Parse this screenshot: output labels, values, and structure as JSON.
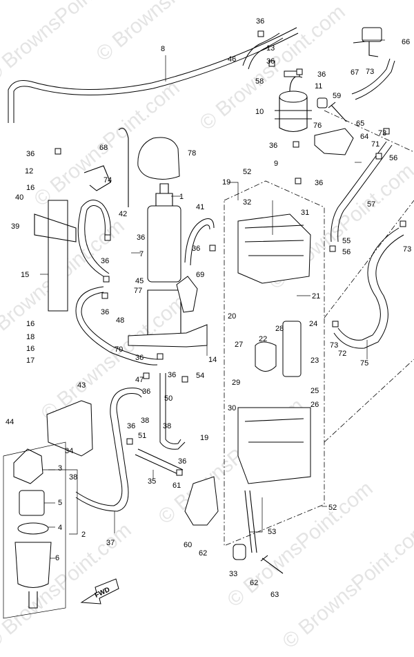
{
  "watermark": "© BrownsPoint.com",
  "fwd_label": "FWD",
  "callouts": [
    {
      "id": "c1",
      "text": "1"
    },
    {
      "id": "c2",
      "text": "2"
    },
    {
      "id": "c3",
      "text": "3"
    },
    {
      "id": "c4",
      "text": "4"
    },
    {
      "id": "c5",
      "text": "5"
    },
    {
      "id": "c6",
      "text": "6"
    },
    {
      "id": "c7",
      "text": "7"
    },
    {
      "id": "c8",
      "text": "8"
    },
    {
      "id": "c9",
      "text": "9"
    },
    {
      "id": "c10",
      "text": "10"
    },
    {
      "id": "c11",
      "text": "11"
    },
    {
      "id": "c12",
      "text": "12"
    },
    {
      "id": "c13",
      "text": "13"
    },
    {
      "id": "c14",
      "text": "14"
    },
    {
      "id": "c15",
      "text": "15"
    },
    {
      "id": "c16a",
      "text": "16"
    },
    {
      "id": "c16b",
      "text": "16"
    },
    {
      "id": "c16c",
      "text": "16"
    },
    {
      "id": "c17",
      "text": "17"
    },
    {
      "id": "c18",
      "text": "18"
    },
    {
      "id": "c19a",
      "text": "19"
    },
    {
      "id": "c19b",
      "text": "19"
    },
    {
      "id": "c20",
      "text": "20"
    },
    {
      "id": "c21",
      "text": "21"
    },
    {
      "id": "c22",
      "text": "22"
    },
    {
      "id": "c23",
      "text": "23"
    },
    {
      "id": "c24",
      "text": "24"
    },
    {
      "id": "c25",
      "text": "25"
    },
    {
      "id": "c26",
      "text": "26"
    },
    {
      "id": "c27",
      "text": "27"
    },
    {
      "id": "c28",
      "text": "28"
    },
    {
      "id": "c29",
      "text": "29"
    },
    {
      "id": "c30",
      "text": "30"
    },
    {
      "id": "c31",
      "text": "31"
    },
    {
      "id": "c32",
      "text": "32"
    },
    {
      "id": "c33",
      "text": "33"
    },
    {
      "id": "c34",
      "text": "34"
    },
    {
      "id": "c35",
      "text": "35"
    },
    {
      "id": "c36a",
      "text": "36"
    },
    {
      "id": "c36b",
      "text": "36"
    },
    {
      "id": "c36c",
      "text": "36"
    },
    {
      "id": "c36d",
      "text": "36"
    },
    {
      "id": "c36e",
      "text": "36"
    },
    {
      "id": "c36f",
      "text": "36"
    },
    {
      "id": "c36g",
      "text": "36"
    },
    {
      "id": "c36h",
      "text": "36"
    },
    {
      "id": "c36i",
      "text": "36"
    },
    {
      "id": "c36j",
      "text": "36"
    },
    {
      "id": "c36k",
      "text": "36"
    },
    {
      "id": "c36l",
      "text": "36"
    },
    {
      "id": "c36m",
      "text": "36"
    },
    {
      "id": "c36n",
      "text": "36"
    },
    {
      "id": "c36o",
      "text": "36"
    },
    {
      "id": "c37",
      "text": "37"
    },
    {
      "id": "c38a",
      "text": "38"
    },
    {
      "id": "c38b",
      "text": "38"
    },
    {
      "id": "c38c",
      "text": "38"
    },
    {
      "id": "c39",
      "text": "39"
    },
    {
      "id": "c40",
      "text": "40"
    },
    {
      "id": "c41",
      "text": "41"
    },
    {
      "id": "c42",
      "text": "42"
    },
    {
      "id": "c43",
      "text": "43"
    },
    {
      "id": "c44",
      "text": "44"
    },
    {
      "id": "c45",
      "text": "45"
    },
    {
      "id": "c46",
      "text": "46"
    },
    {
      "id": "c47",
      "text": "47"
    },
    {
      "id": "c48",
      "text": "48"
    },
    {
      "id": "c50",
      "text": "50"
    },
    {
      "id": "c51",
      "text": "51"
    },
    {
      "id": "c52a",
      "text": "52"
    },
    {
      "id": "c52b",
      "text": "52"
    },
    {
      "id": "c53",
      "text": "53"
    },
    {
      "id": "c54",
      "text": "54"
    },
    {
      "id": "c55",
      "text": "55"
    },
    {
      "id": "c56a",
      "text": "56"
    },
    {
      "id": "c56b",
      "text": "56"
    },
    {
      "id": "c57",
      "text": "57"
    },
    {
      "id": "c58",
      "text": "58"
    },
    {
      "id": "c59",
      "text": "59"
    },
    {
      "id": "c60",
      "text": "60"
    },
    {
      "id": "c61",
      "text": "61"
    },
    {
      "id": "c62a",
      "text": "62"
    },
    {
      "id": "c62b",
      "text": "62"
    },
    {
      "id": "c63",
      "text": "63"
    },
    {
      "id": "c64",
      "text": "64"
    },
    {
      "id": "c65",
      "text": "65"
    },
    {
      "id": "c66",
      "text": "66"
    },
    {
      "id": "c67",
      "text": "67"
    },
    {
      "id": "c68",
      "text": "68"
    },
    {
      "id": "c69",
      "text": "69"
    },
    {
      "id": "c70",
      "text": "70"
    },
    {
      "id": "c71",
      "text": "71"
    },
    {
      "id": "c72",
      "text": "72"
    },
    {
      "id": "c73a",
      "text": "73"
    },
    {
      "id": "c73b",
      "text": "73"
    },
    {
      "id": "c73c",
      "text": "73"
    },
    {
      "id": "c73d",
      "text": "73"
    },
    {
      "id": "c74",
      "text": "74"
    },
    {
      "id": "c75",
      "text": "75"
    },
    {
      "id": "c76",
      "text": "76"
    },
    {
      "id": "c77",
      "text": "77"
    },
    {
      "id": "c78",
      "text": "78"
    }
  ]
}
